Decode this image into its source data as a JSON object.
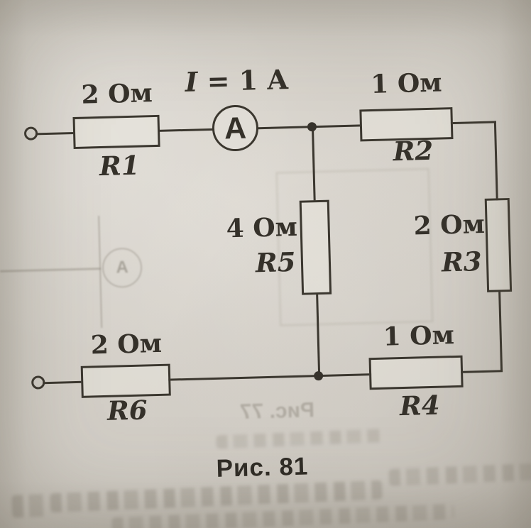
{
  "figure": {
    "caption": "Рис. 81"
  },
  "ammeter": {
    "symbol": "A",
    "current_symbol": "I",
    "current_rest": "= 1 A"
  },
  "resistors": {
    "r1": {
      "value": "2 Ом",
      "name": "R1"
    },
    "r2": {
      "value": "1 Ом",
      "name": "R2"
    },
    "r3": {
      "value": "2 Ом",
      "name": "R3"
    },
    "r4": {
      "value": "1 Ом",
      "name": "R4"
    },
    "r5": {
      "value": "4 Ом",
      "name": "R5"
    },
    "r6": {
      "value": "2 Ом",
      "name": "R6"
    }
  },
  "ghost_bleedthrough": {
    "caption": "Рис. 77",
    "ammeter_symbol": "A"
  },
  "colors": {
    "paper": "#d7d3cc",
    "ink": "#3b372f"
  }
}
